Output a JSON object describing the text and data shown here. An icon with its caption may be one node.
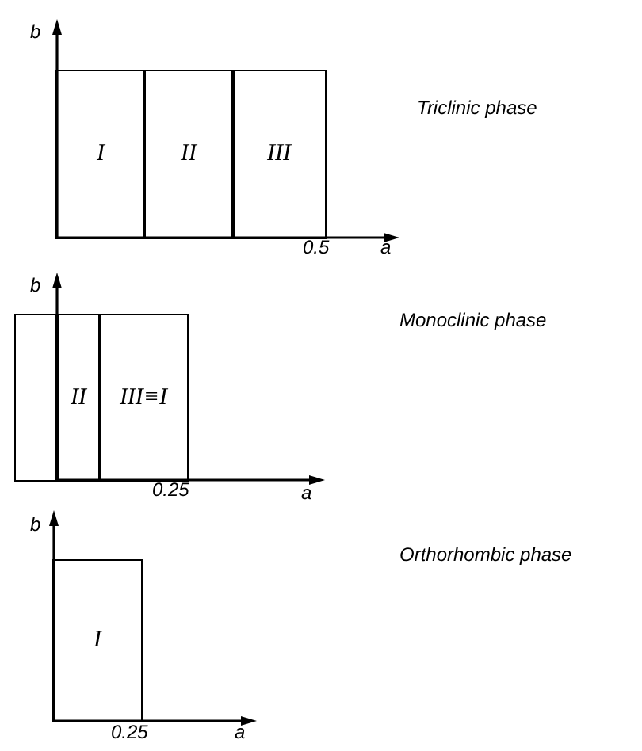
{
  "diagram": {
    "nodes": [
      {
        "text": [
          "I"
        ]
      },
      {
        "text": [
          "II"
        ]
      },
      {
        "text": [
          "III"
        ]
      },
      {
        "text": [],
        "shape": "box"
      },
      {
        "text": [
          "II"
        ]
      },
      {
        "text": [
          "III≡I"
        ]
      },
      {
        "text": [
          "I"
        ]
      }
    ],
    "labels": [
      "b",
      "Triclinic phase",
      "0.5",
      "a",
      "b",
      "Monoclinic phase",
      "0.25",
      "a",
      "b",
      "Orthorhombic phase",
      "0.25",
      "a"
    ]
  }
}
